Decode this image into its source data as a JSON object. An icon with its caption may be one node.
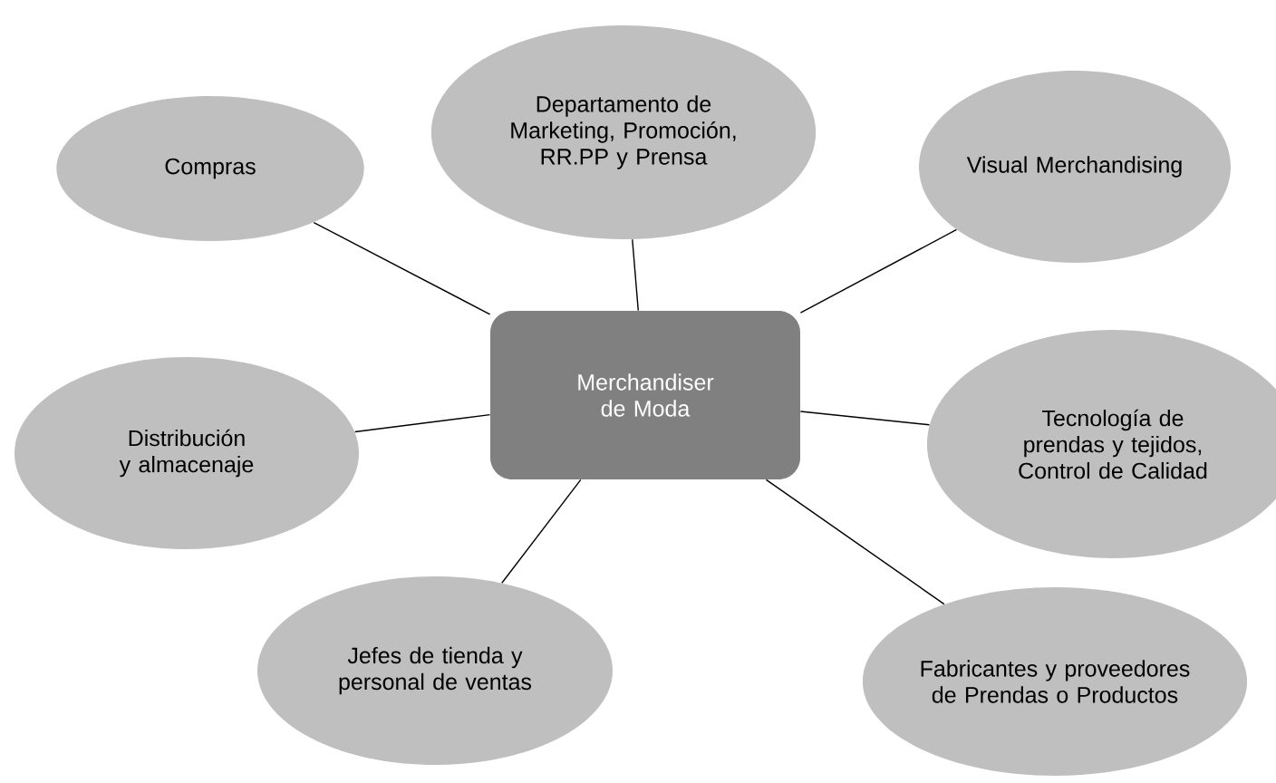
{
  "diagram": {
    "nodes": [
      {
        "text": [
          "Merchandiser de Moda"
        ]
      },
      {
        "text": [
          "Compras"
        ]
      },
      {
        "text": [
          "Departamento de Marketing, Promoción, RR.PP y Prensa"
        ]
      },
      {
        "text": [
          "Visual Merchandising"
        ]
      },
      {
        "text": [
          "Tecnología de prendas y tejidos, Control de Calidad"
        ]
      },
      {
        "text": [
          "Distribución y almacenaje"
        ]
      },
      {
        "text": [
          "Jefes de tienda y personal de ventas"
        ]
      },
      {
        "text": [
          "Fabricantes y proveedores de Prendas o Productos"
        ]
      }
    ],
    "edges": [
      {
        "from": 0,
        "to": 1,
        "arrow": "none"
      },
      {
        "from": 0,
        "to": 2,
        "arrow": "none"
      },
      {
        "from": 0,
        "to": 3,
        "arrow": "none"
      },
      {
        "from": 0,
        "to": 4,
        "arrow": "none"
      },
      {
        "from": 0,
        "to": 5,
        "arrow": "none"
      },
      {
        "from": 0,
        "to": 6,
        "arrow": "none"
      },
      {
        "from": 0,
        "to": 7,
        "arrow": "none"
      }
    ]
  }
}
